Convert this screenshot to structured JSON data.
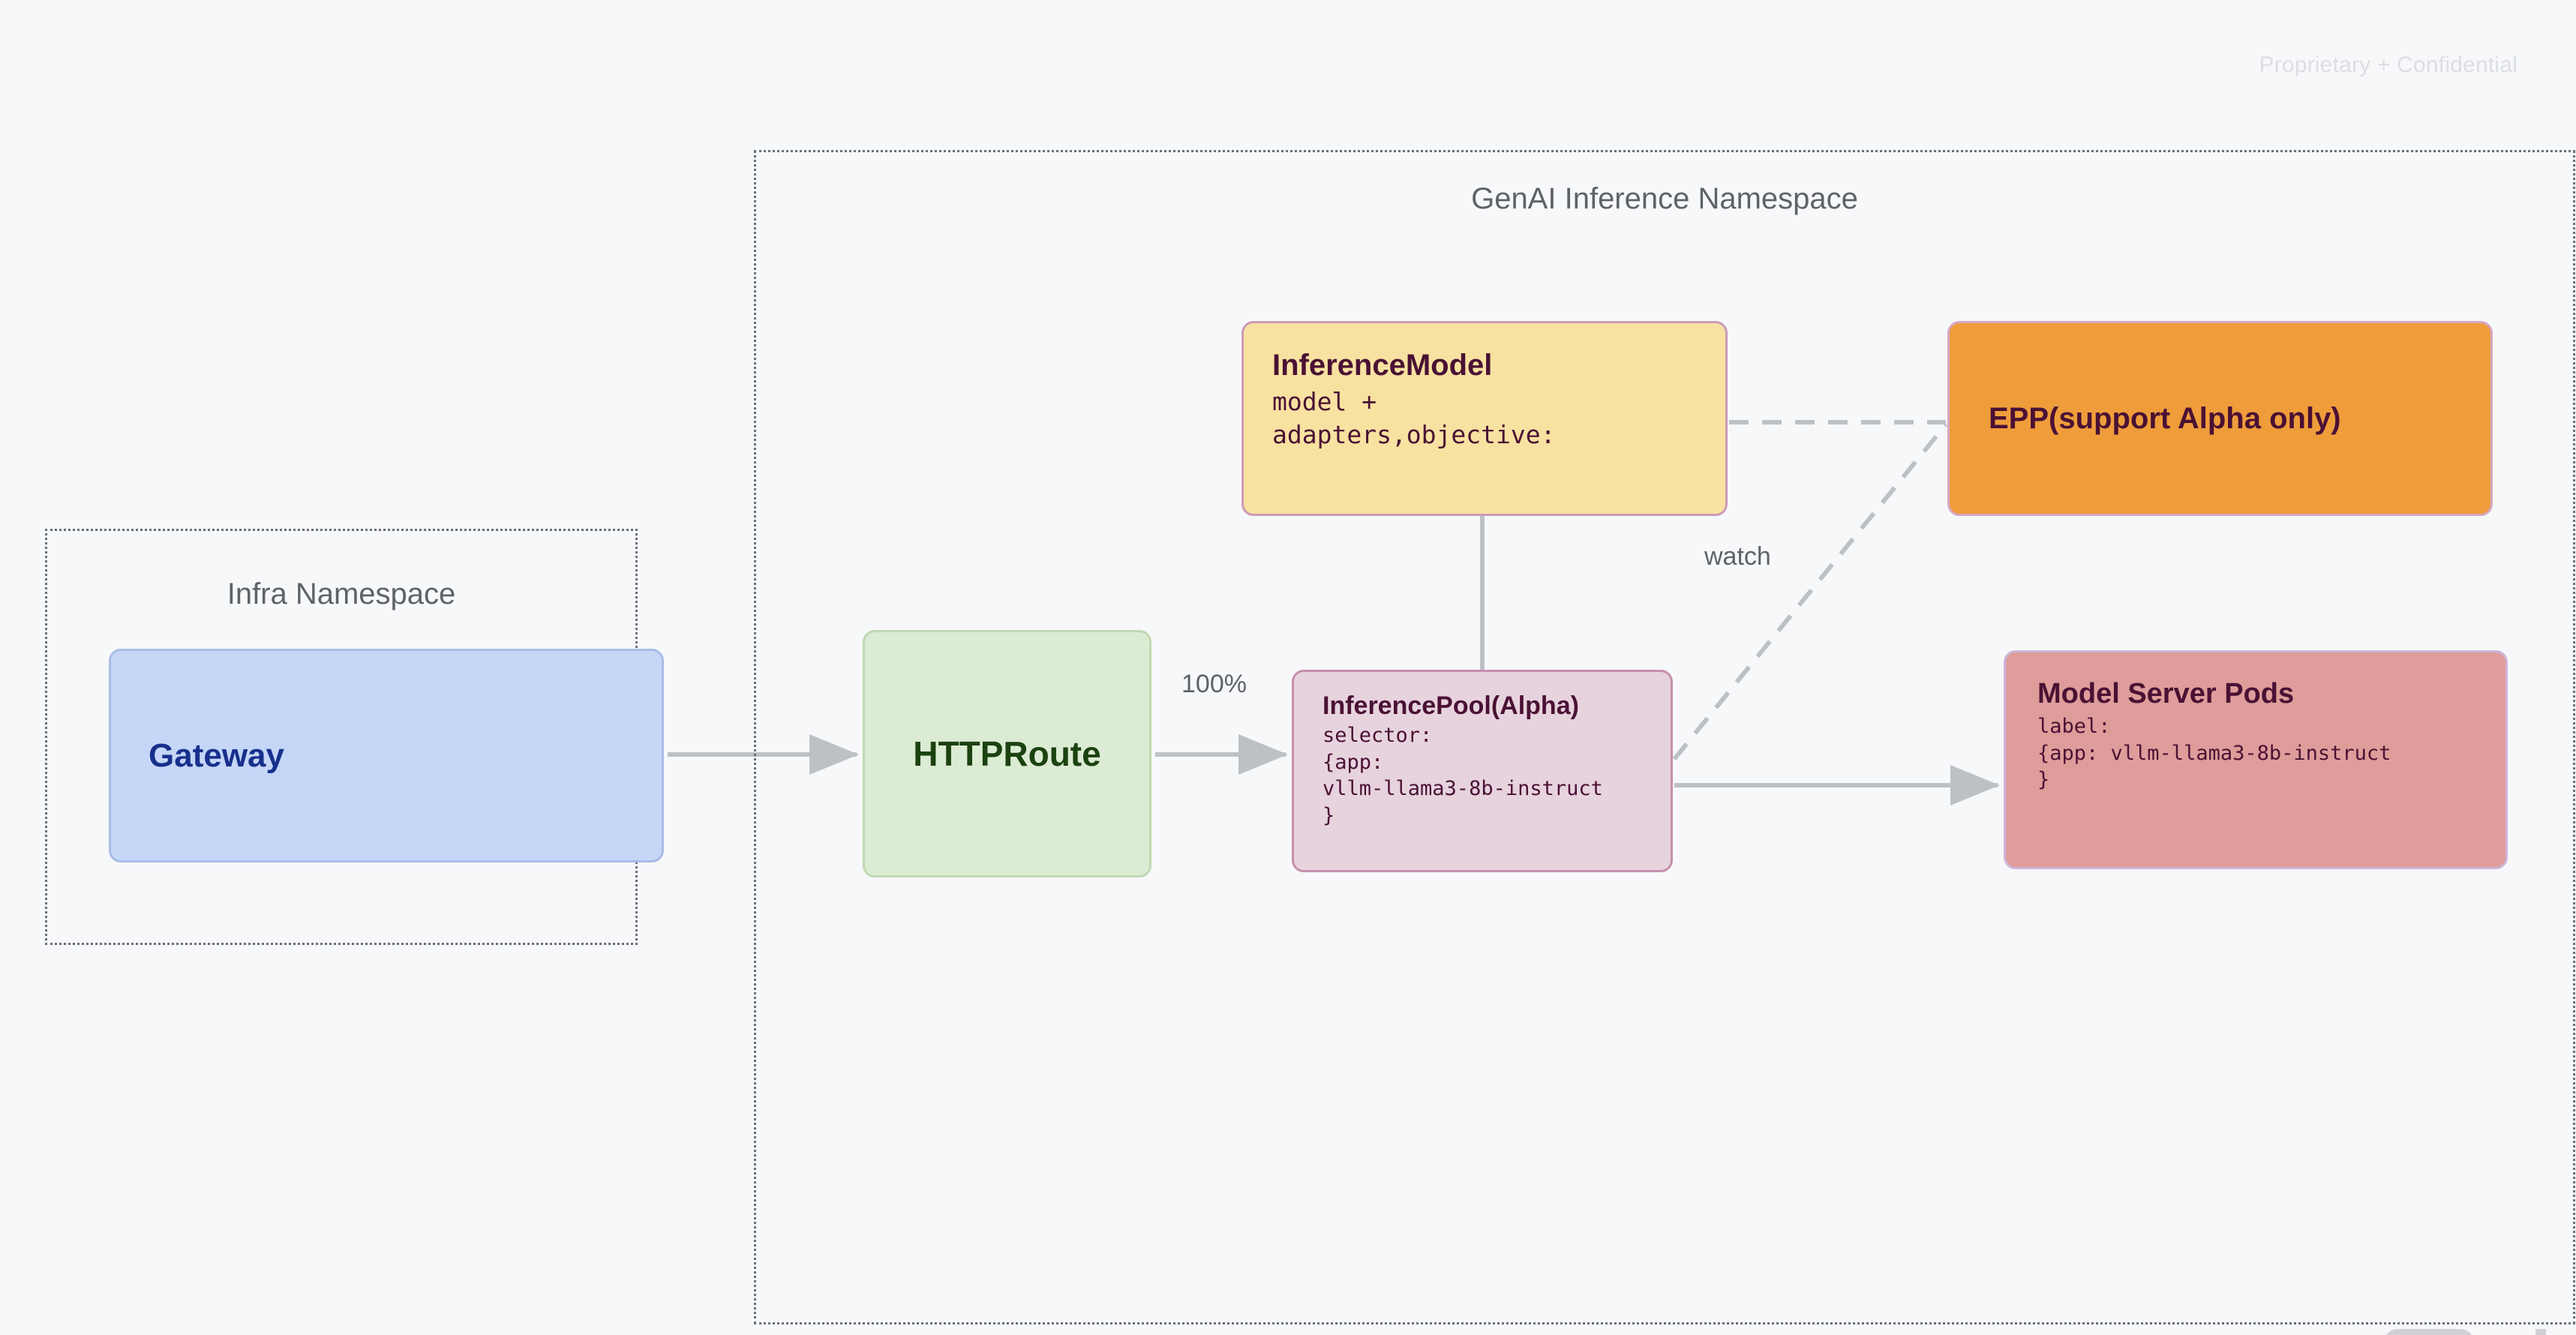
{
  "page": {
    "confidential_notice": "Proprietary + Confidential",
    "background_color": "#f7f8fa"
  },
  "namespaces": [
    {
      "id": "infra",
      "title": "Infra Namespace",
      "border_style": "dotted",
      "border_color": "#6b7077"
    },
    {
      "id": "genai",
      "title": "GenAI Inference Namespace",
      "border_style": "dotted",
      "border_color": "#6b7077"
    }
  ],
  "nodes": {
    "gateway": {
      "title": "Gateway",
      "fill": "#c5d6f7",
      "border": "#a8bde6",
      "text_color": "#17308c"
    },
    "httproute": {
      "title": "HTTPRoute",
      "fill": "#dcebd3",
      "border": "#c0d9b2",
      "text_color": "#1b4210"
    },
    "inference_model": {
      "title": "InferenceModel",
      "sub": "model +\nadapters,objective:",
      "fill": "#f8e2a1",
      "border": "#cc9bb8",
      "text_color": "#4a1134"
    },
    "inference_pool": {
      "title": "InferencePool(Alpha)",
      "sub": "selector:\n{app:\nvllm-llama3-8b-instruct\n}",
      "fill": "#e7d3de",
      "border": "#c58fad",
      "text_color": "#4a1134"
    },
    "epp": {
      "title": "EPP(support Alpha only)",
      "fill": "#ef9d3b",
      "border": "#d7a7c3",
      "text_color": "#4a1134"
    },
    "model_server_pods": {
      "title": "Model Server Pods",
      "sub": "label:\n{app: vllm-llama3-8b-instruct\n}",
      "fill": "#de9d9a",
      "border": "#cdb4d8",
      "text_color": "#4a1134"
    }
  },
  "edges": [
    {
      "id": "gateway-to-httproute",
      "from": "gateway",
      "to": "httproute",
      "style": "solid",
      "label": ""
    },
    {
      "id": "httproute-to-pool",
      "from": "httproute",
      "to": "inference_pool",
      "style": "solid",
      "label": "100%"
    },
    {
      "id": "model-to-pool",
      "from": "inference_model",
      "to": "inference_pool",
      "style": "solid",
      "label": ""
    },
    {
      "id": "model-to-epp",
      "from": "inference_model",
      "to": "epp",
      "style": "dashed",
      "label": ""
    },
    {
      "id": "pool-to-epp",
      "from": "inference_pool",
      "to": "epp",
      "style": "dashed",
      "label": "watch"
    },
    {
      "id": "pool-to-pods",
      "from": "inference_pool",
      "to": "model_server_pods",
      "style": "solid",
      "label": ""
    }
  ],
  "edge_labels": {
    "traffic_weight": "100%",
    "watch": "watch"
  },
  "colors": {
    "connector": "#bdc1c6",
    "namespace_text": "#5f6368",
    "confidential_text": "#dcdee1"
  }
}
